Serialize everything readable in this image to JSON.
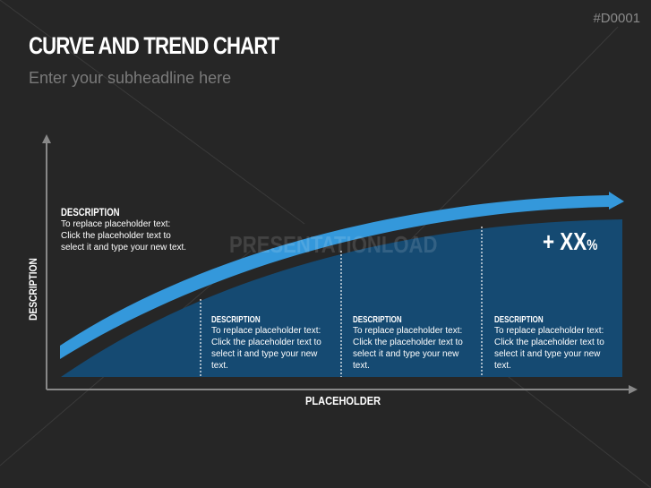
{
  "header": {
    "code": "#D0001",
    "title": "CURVE AND TREND CHART",
    "subtitle": "Enter your subheadline here"
  },
  "axes": {
    "y_label": "DESCRIPTION",
    "x_label": "PLACEHOLDER"
  },
  "growth": {
    "value": "+ XX",
    "unit": "%"
  },
  "watermark": "PRESENTATIONLOAD",
  "descriptions": [
    {
      "heading": "DESCRIPTION",
      "text": "To replace placeholder text: Click the placeholder text to select it and type your new text."
    },
    {
      "heading": "DESCRIPTION",
      "text": "To replace placeholder text: Click the placeholder text to select it and type your new text."
    },
    {
      "heading": "DESCRIPTION",
      "text": "To replace placeholder text: Click the placeholder text to select it and type your new text."
    },
    {
      "heading": "DESCRIPTION",
      "text": "To replace placeholder text: Click the placeholder text to select it and type your new text."
    }
  ],
  "colors": {
    "area": "#154a72",
    "arrow": "#3498db",
    "background": "#262626"
  }
}
